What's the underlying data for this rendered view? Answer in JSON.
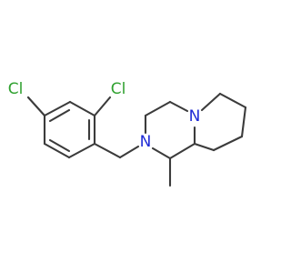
{
  "molecule": {
    "atoms": [
      {
        "id": "cl1",
        "symbol": "Cl",
        "kind": "chlorine"
      },
      {
        "id": "cl2",
        "symbol": "Cl",
        "kind": "chlorine"
      },
      {
        "id": "n1",
        "symbol": "N",
        "kind": "nitrogen"
      },
      {
        "id": "n2",
        "symbol": "N",
        "kind": "nitrogen"
      }
    ],
    "colors": {
      "bond": "#3b3b3b",
      "chlorine": "#2fa12f",
      "nitrogen": "#1f2bd6",
      "background": "#ffffff"
    }
  }
}
